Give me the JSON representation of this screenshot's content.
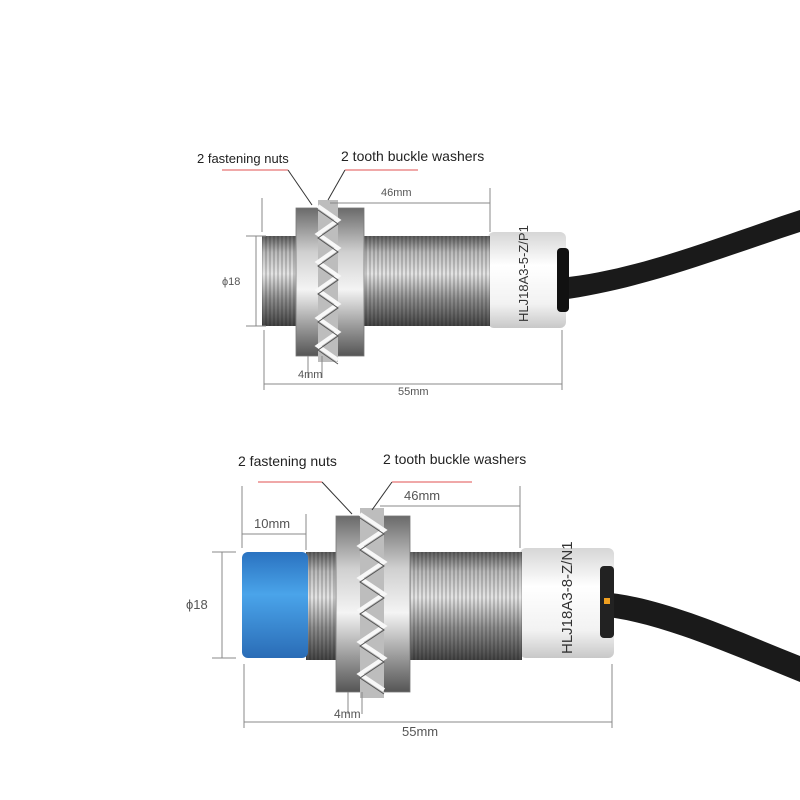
{
  "sensor_top": {
    "nuts_label": "2 fastening nuts",
    "washers_label": "2 tooth buckle washers",
    "length_46": "46mm",
    "diameter": "ϕ18",
    "nut_width": "4mm",
    "total_length": "55mm",
    "part_number": "HLJ18A3-5-Z/P1"
  },
  "sensor_bottom": {
    "nuts_label": "2 fastening nuts",
    "washers_label": "2 tooth buckle washers",
    "length_46": "46mm",
    "head_length": "10mm",
    "diameter": "ϕ18",
    "nut_width": "4mm",
    "total_length": "55mm",
    "part_number": "HLJ18A3-8-Z/N1"
  },
  "colors": {
    "leader": "#e05050",
    "dimension": "#888888",
    "cap_blue": "#3a8fd8",
    "cable": "#1a1a1a"
  }
}
